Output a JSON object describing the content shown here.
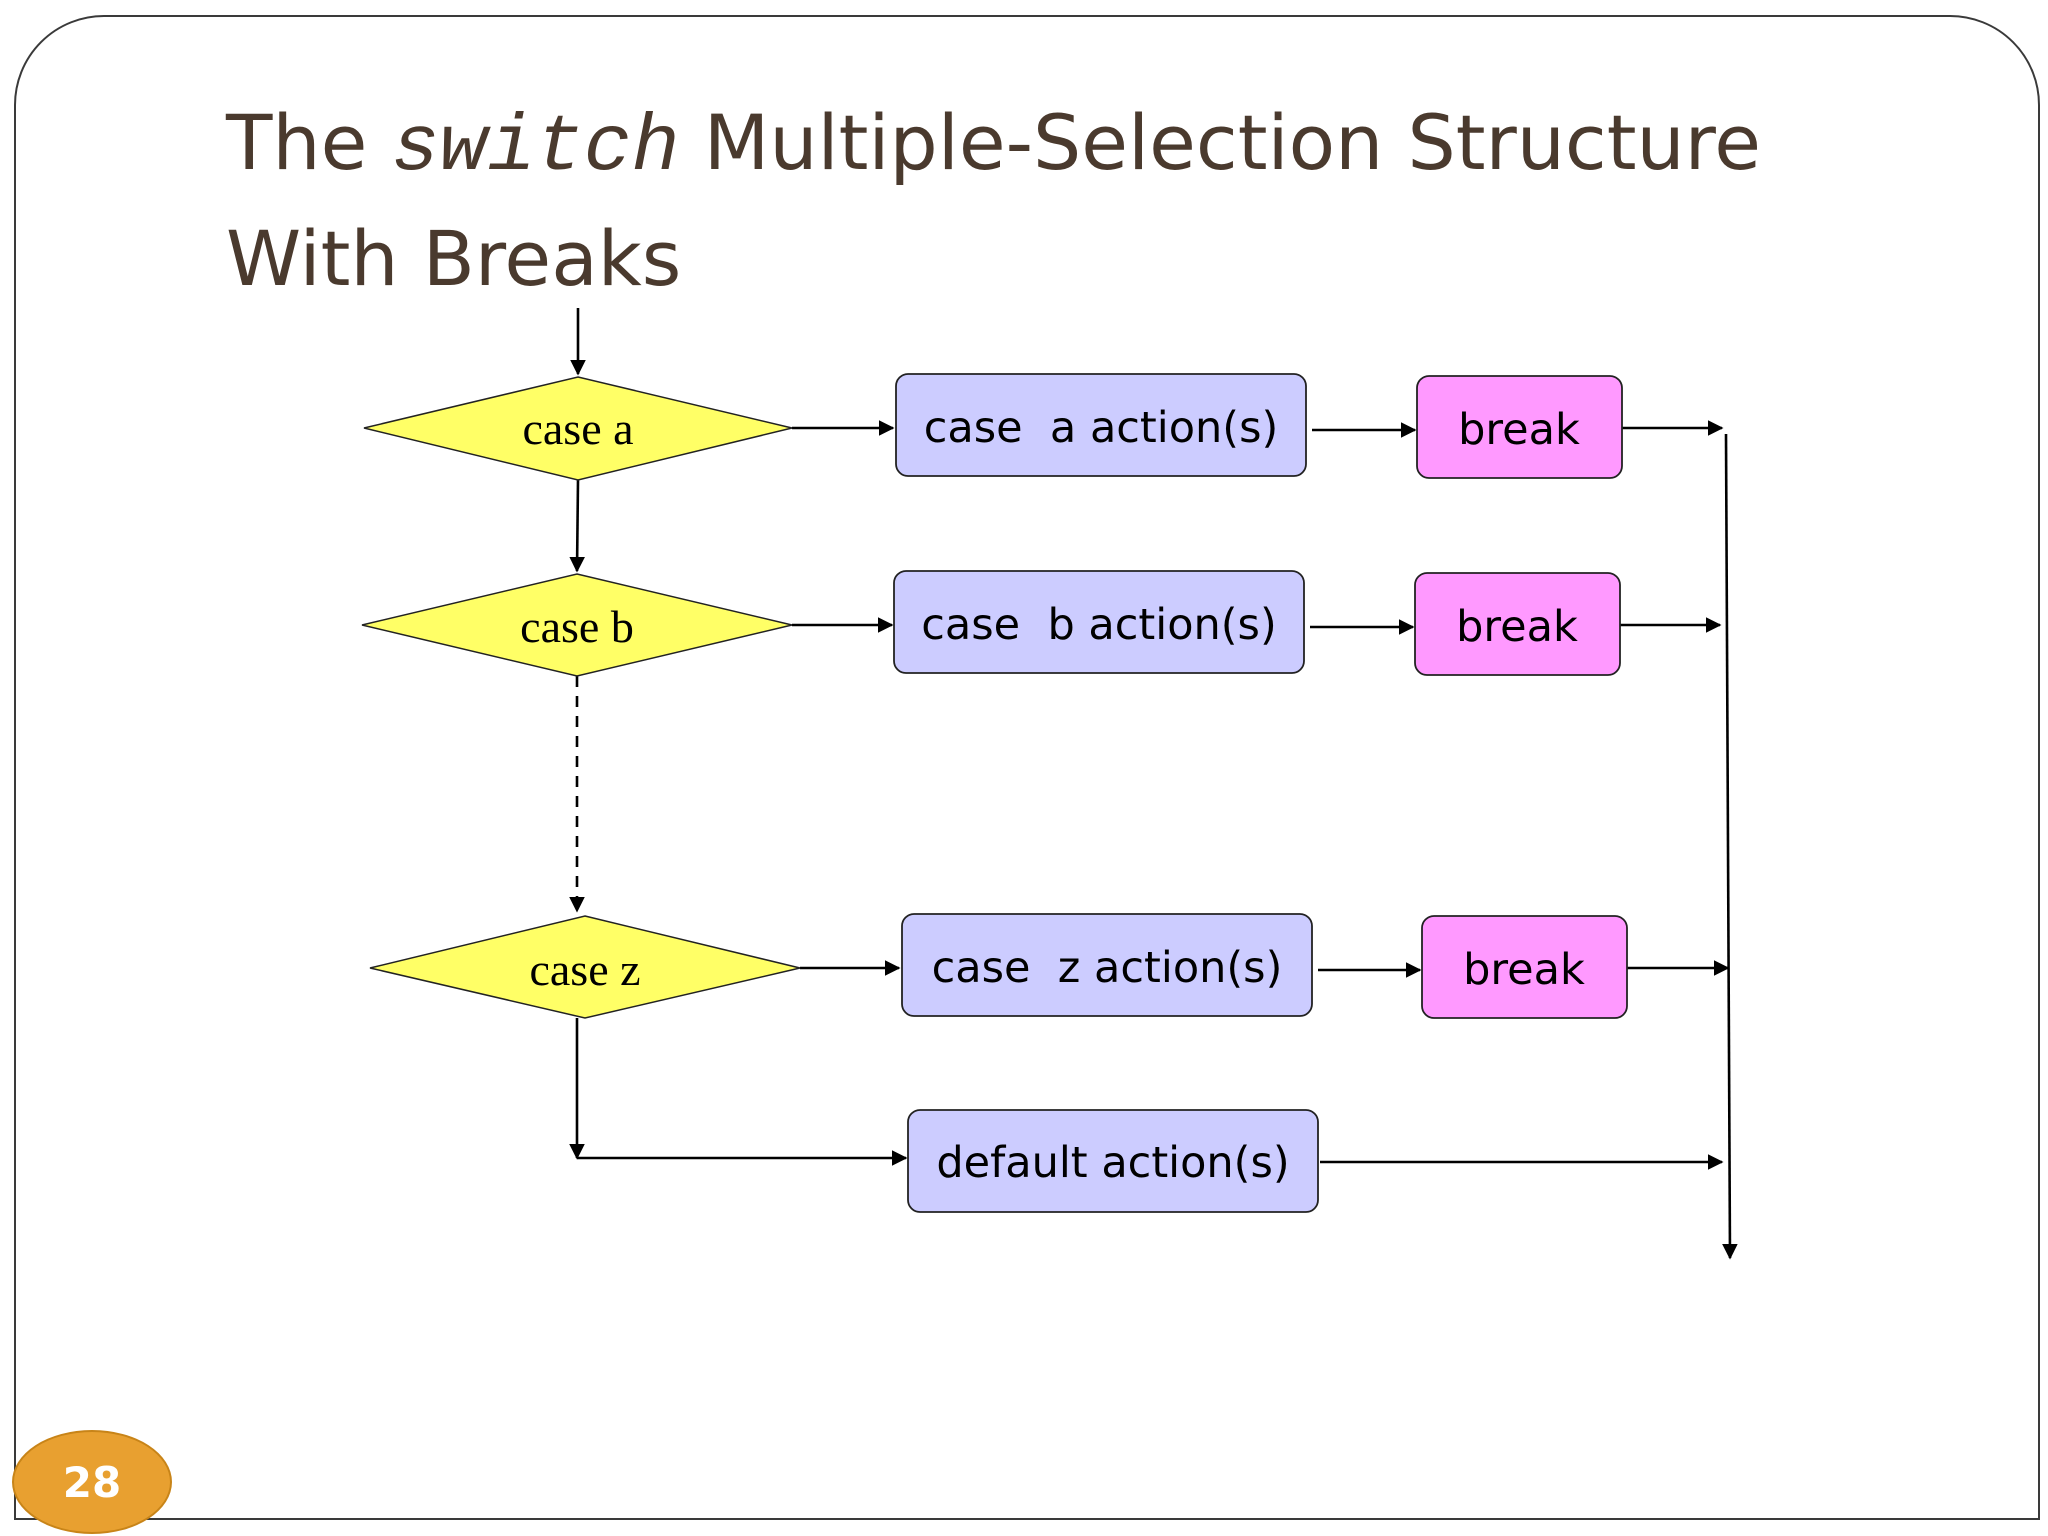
{
  "slide": {
    "title_prefix": "The",
    "title_keyword": "switch",
    "title_suffix": "Multiple-Selection Structure",
    "title_line2": "With Breaks",
    "page_number": "28"
  },
  "diagram": {
    "decisions": [
      "case a",
      "case b",
      "case z"
    ],
    "actions": [
      "case  a action(s)",
      "case  b action(s)",
      "case  z action(s)",
      "default action(s)"
    ],
    "breaks": [
      "break",
      "break",
      "break"
    ],
    "colors": {
      "decision": "#ffff66",
      "action": "#ccccff",
      "break": "#ff99ff",
      "page_badge": "#e8a030",
      "title": "#4a3a2e"
    }
  }
}
